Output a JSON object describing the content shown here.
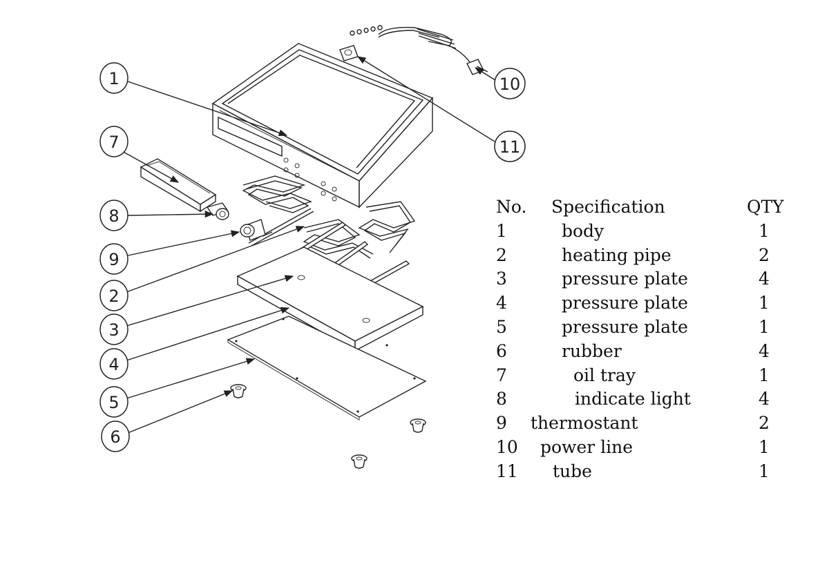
{
  "callouts": [
    {
      "num": "1"
    },
    {
      "num": "2"
    },
    {
      "num": "3"
    },
    {
      "num": "4"
    },
    {
      "num": "5"
    },
    {
      "num": "6"
    },
    {
      "num": "7"
    },
    {
      "num": "8"
    },
    {
      "num": "9"
    },
    {
      "num": "10"
    },
    {
      "num": "11"
    }
  ],
  "table": {
    "headers": {
      "no": "No.",
      "spec": "Specification",
      "qty": "QTY"
    },
    "rows": [
      {
        "no": "1",
        "spec": "body",
        "qty": "1"
      },
      {
        "no": "2",
        "spec": "heating pipe",
        "qty": "2"
      },
      {
        "no": "3",
        "spec": "pressure plate",
        "qty": "4"
      },
      {
        "no": "4",
        "spec": "pressure plate",
        "qty": "1"
      },
      {
        "no": "5",
        "spec": "pressure plate",
        "qty": "1"
      },
      {
        "no": "6",
        "spec": "rubber",
        "qty": "4"
      },
      {
        "no": "7",
        "spec": "oil tray",
        "qty": "1"
      },
      {
        "no": "8",
        "spec": "indicate light",
        "qty": "4"
      },
      {
        "no": "9",
        "spec": "thermostant",
        "qty": "2"
      },
      {
        "no": "10",
        "spec": "power line",
        "qty": "1"
      },
      {
        "no": "11",
        "spec": "tube",
        "qty": "1"
      }
    ]
  }
}
